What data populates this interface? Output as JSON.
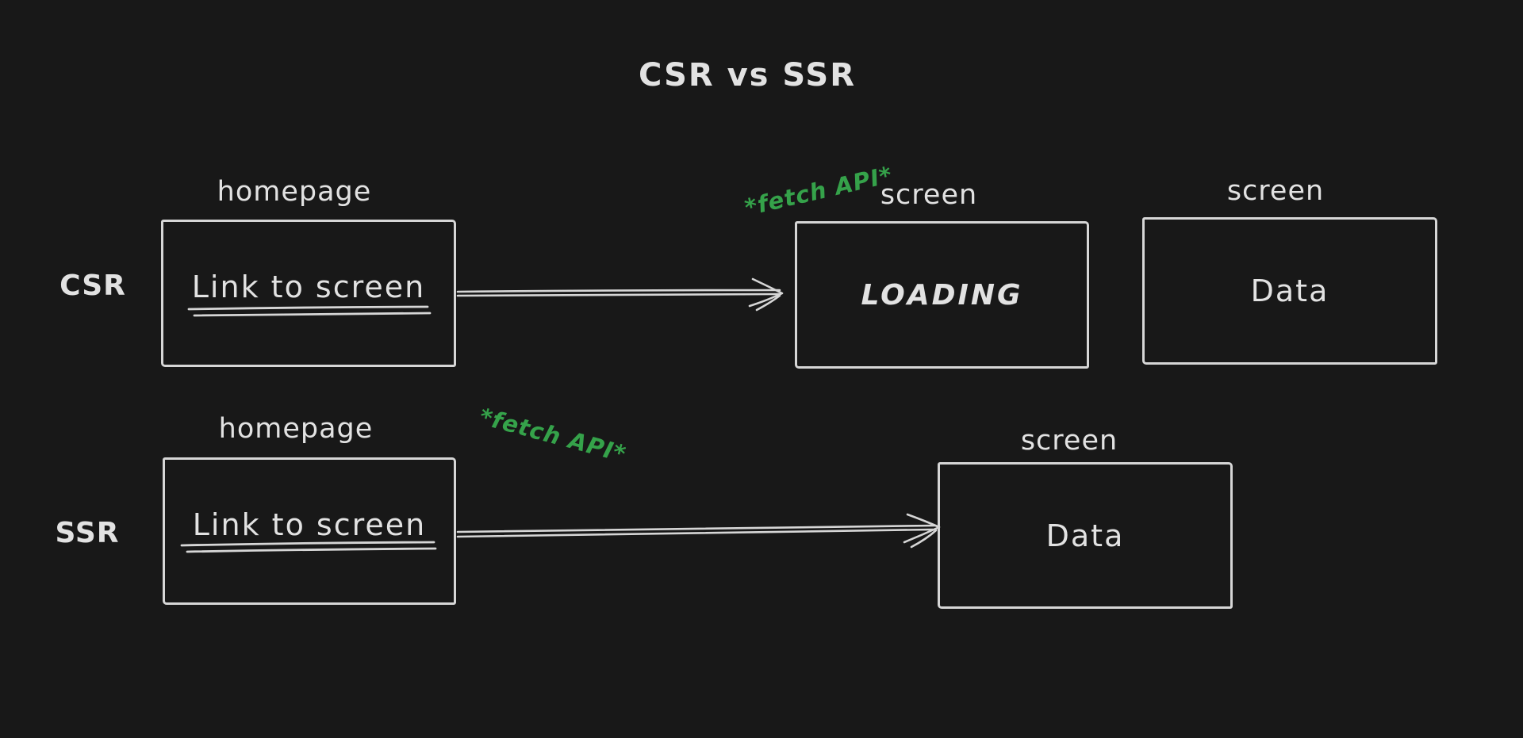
{
  "title": "CSR vs SSR",
  "colors": {
    "background": "#181818",
    "stroke": "#d6d6d6",
    "text": "#e2e2e2",
    "annotation_green": "#35a24a"
  },
  "rows": [
    {
      "label": "CSR",
      "homepage_caption": "homepage",
      "homepage_link": "Link to screen",
      "fetch_note": "*fetch API*",
      "screens": [
        {
          "caption": "screen",
          "content": "LOADING"
        },
        {
          "caption": "screen",
          "content": "Data"
        }
      ]
    },
    {
      "label": "SSR",
      "homepage_caption": "homepage",
      "homepage_link": "Link to screen",
      "fetch_note": "*fetch API*",
      "screens": [
        {
          "caption": "screen",
          "content": "Data"
        }
      ]
    }
  ]
}
